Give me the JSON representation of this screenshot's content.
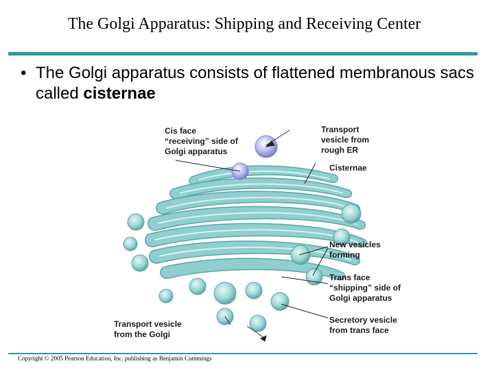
{
  "slide": {
    "title": "The Golgi Apparatus:  Shipping and Receiving Center",
    "bullet_prefix": "The Golgi apparatus consists of flattened membranous sacs called ",
    "bullet_term": "cisternae"
  },
  "figure": {
    "labels": {
      "cis_face": "Cis face\n“receiving” side of\nGolgi apparatus",
      "transport_vesicle_er": "Transport\nvesicle from\nrough ER",
      "cisternae": "Cisternae",
      "new_vesicles": "New vesicles\nforming",
      "trans_face": "Trans face\n“shipping” side of\nGolgi apparatus",
      "transport_vesicle_golgi": "Transport vesicle\nfrom the Golgi",
      "secretory_vesicle": "Secretory vesicle\nfrom trans face"
    }
  },
  "footer": {
    "copyright": "Copyright © 2005 Pearson Education, Inc. publishing as Benjamin Cummings"
  },
  "colors": {
    "accent": "#2a9a9a",
    "organelle_fill": "#8fcfcf",
    "organelle_dark": "#5aa5a8",
    "vesicle": "#9aa0e0"
  }
}
